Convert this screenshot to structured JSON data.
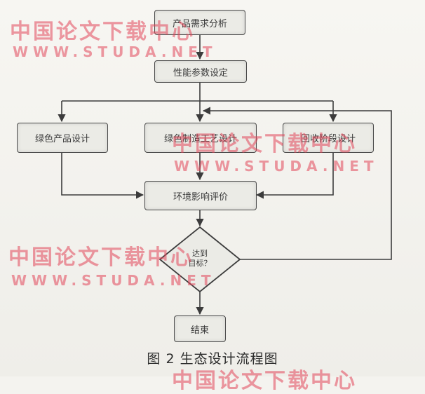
{
  "diagram": {
    "nodes": {
      "demand_analysis": "产品需求分析",
      "performance_params": "性能参数设定",
      "green_product_design": "绿色产品设计",
      "green_process_design": "绿色制造工艺设计",
      "recycling_design": "回收阶段设计",
      "environmental_assessment": "环境影响评价",
      "decision": [
        "达到",
        "目标？"
      ],
      "end": "结束"
    },
    "caption": "图 2 生态设计流程图"
  },
  "watermarks": {
    "text_cn": "中国论文下载中心",
    "url": "WWW.STUDA.NET"
  },
  "colors": {
    "line": "#3c3c3c",
    "box_fill": "#ebebe6",
    "watermark": "#e1465a"
  }
}
